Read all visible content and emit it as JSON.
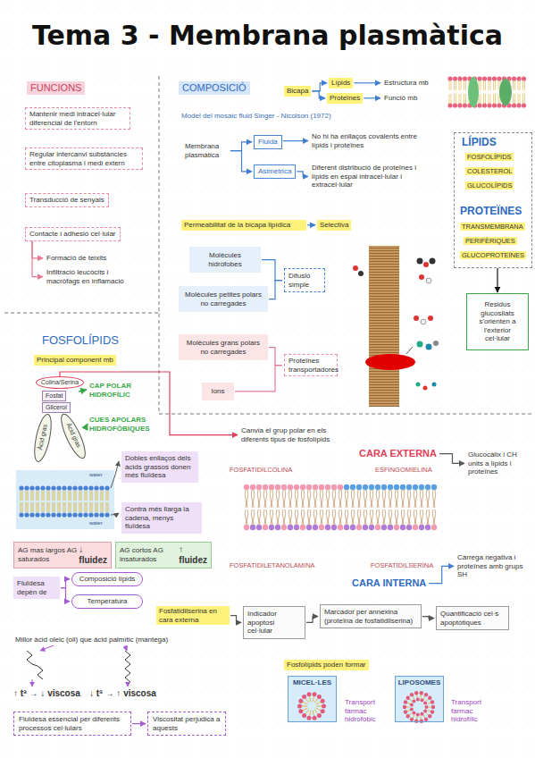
{
  "diagram": {
    "title": "Tema 3 - Membrana plasmàtica",
    "nodes": [
      {
        "text": [
          "FUNCIONS"
        ]
      },
      {
        "text": [
          "Mantenir medi intracel·lular diferencial de l'entorn"
        ]
      },
      {
        "text": [
          "Regular intercanvi substàncies entre citoplasma i medi extern"
        ]
      },
      {
        "text": [
          "Transducció de senyals"
        ]
      },
      {
        "text": [
          "Contacte i adhesió cel·lular"
        ]
      },
      {
        "text": [
          "Formació de teixits"
        ]
      },
      {
        "text": [
          "Infiltració leucòcits i macròfags en inflamació"
        ]
      },
      {
        "text": [
          "COMPOSICIÓ"
        ]
      },
      {
        "text": [
          "Bicapa"
        ]
      },
      {
        "text": [
          "Lípids"
        ]
      },
      {
        "text": [
          "Proteïnes"
        ]
      },
      {
        "text": [
          "Estructura mb"
        ]
      },
      {
        "text": [
          "Funció mb"
        ]
      },
      {
        "text": [
          "Membrana plasmàtica"
        ]
      },
      {
        "text": [
          "Fluida"
        ]
      },
      {
        "text": [
          "Asimètrica"
        ]
      },
      {
        "text": [
          "No hi ha enllaços covalents entre lípids i proteïnes"
        ]
      },
      {
        "text": [
          "Diferent distribució de proteïnes i lípids en espai intracel·lular i extracel·lular"
        ]
      },
      {
        "text": [
          "LÍPIDS",
          "PROTEÏNES"
        ]
      },
      {
        "text": [
          "FOSFOLÍPIDS"
        ],
        "in": 18
      },
      {
        "text": [
          "COLESTEROL"
        ],
        "in": 18
      },
      {
        "text": [
          "GLUCOLÍPIDS"
        ],
        "in": 18
      },
      {
        "text": [
          "TRANSMEMBRANA"
        ],
        "in": 18
      },
      {
        "text": [
          "PERIFÈRIQUES"
        ],
        "in": 18
      },
      {
        "text": [
          "GLUCOPROTEÏNES"
        ],
        "in": 18
      },
      {
        "text": [
          "Residus glucosilats s'orienten a l'exterior cel·lular"
        ]
      },
      {
        "text": [
          "Permeabilitat de la bicapa lipídica"
        ]
      },
      {
        "text": [
          "Selectiva"
        ]
      },
      {
        "text": [
          "Molècules hidròfobes"
        ]
      },
      {
        "text": [
          "Molècules petites polars no carregades"
        ]
      },
      {
        "text": [
          "Difusió simple"
        ]
      },
      {
        "text": [
          "Molècules grans polars no carregades"
        ]
      },
      {
        "text": [
          "Ions"
        ]
      },
      {
        "text": [
          "Proteïnes transportadores"
        ]
      },
      {
        "text": [
          "FOSFOLÍPIDS"
        ]
      },
      {
        "text": [
          "Principal component mb"
        ]
      },
      {
        "text": [
          "Colina/Serina"
        ]
      },
      {
        "text": [
          "Fosfat"
        ]
      },
      {
        "text": [
          "Glicerol"
        ]
      },
      {
        "text": [
          "Canvia el grup polar en els diferents tipus de fosfolípids"
        ]
      },
      {
        "text": [
          "Dobles enllaços dels àcids grassos donen més fluïdesa"
        ]
      },
      {
        "text": [
          "Contra més llarga la cadena, menys fluïdesa"
        ]
      },
      {
        "text": [
          "AG mas largos AG saturados",
          "↓ fluidez"
        ]
      },
      {
        "text": [
          "AG cortos AG insaturados",
          "↑ fluidez"
        ]
      },
      {
        "text": [
          "Fluïdesa depèn de"
        ]
      },
      {
        "text": [
          "Composició lípids"
        ]
      },
      {
        "text": [
          "Temperatura"
        ]
      },
      {
        "text": [
          "Fluïdesa essencial per diferents processos cel·lulars"
        ]
      },
      {
        "text": [
          "Viscositat perjudica a aquests"
        ]
      },
      {
        "text": [
          "CARA EXTERNA"
        ]
      },
      {
        "text": [
          "Glucocàlix i CH units a lípids i proteïnes"
        ]
      },
      {
        "text": [
          "CARA INTERNA"
        ]
      },
      {
        "text": [
          "Càrrega negativa i proteïnes amb grups SH"
        ]
      },
      {
        "text": [
          "Fosfatidilserina en cara externa"
        ]
      },
      {
        "text": [
          "Indicador apoptosi cel·lular"
        ]
      },
      {
        "text": [
          "Marcador per annexina (proteïna de fosfatidilserina)"
        ]
      },
      {
        "text": [
          "Quantificació cel·s apoptòtiques"
        ]
      },
      {
        "text": [
          "Fosfolípids poden formar"
        ]
      },
      {
        "text": [
          "MICEL·LES"
        ]
      },
      {
        "text": [
          "Transport fàrmac hidrofòbic"
        ]
      },
      {
        "text": [
          "LIPOSOMES"
        ]
      },
      {
        "text": [
          "Transport fàrmac hidrofílic"
        ]
      }
    ],
    "edges": [
      {
        "from": 4,
        "to": 5,
        "arrow": "to"
      },
      {
        "from": 4,
        "to": 6,
        "arrow": "to"
      },
      {
        "from": 8,
        "to": 9,
        "arrow": "to"
      },
      {
        "from": 8,
        "to": 10,
        "arrow": "to"
      },
      {
        "from": 9,
        "to": 11,
        "arrow": "to"
      },
      {
        "from": 10,
        "to": 12,
        "arrow": "to"
      },
      {
        "from": 13,
        "to": 14,
        "arrow": "to"
      },
      {
        "from": 13,
        "to": 15,
        "arrow": "to"
      },
      {
        "from": 14,
        "to": 16,
        "arrow": "to"
      },
      {
        "from": 15,
        "to": 17,
        "arrow": "to"
      },
      {
        "from": 18,
        "to": 25,
        "arrow": "to"
      },
      {
        "from": 26,
        "to": 27,
        "arrow": "to"
      },
      {
        "from": 28,
        "to": 30,
        "arrow": "none"
      },
      {
        "from": 29,
        "to": 30,
        "arrow": "none"
      },
      {
        "from": 31,
        "to": 33,
        "arrow": "none"
      },
      {
        "from": 32,
        "to": 33,
        "arrow": "none"
      },
      {
        "from": 36,
        "to": 39,
        "arrow": "to"
      },
      {
        "from": 44,
        "to": 45,
        "arrow": "to"
      },
      {
        "from": 44,
        "to": 46,
        "arrow": "to"
      },
      {
        "from": 47,
        "to": 48,
        "arrow": "to"
      },
      {
        "from": 49,
        "to": 50,
        "arrow": "to"
      },
      {
        "from": 51,
        "to": 52,
        "arrow": "to"
      },
      {
        "from": 53,
        "to": 54,
        "arrow": "to"
      },
      {
        "from": 54,
        "to": 55,
        "arrow": "to"
      },
      {
        "from": 55,
        "to": 56,
        "arrow": "to"
      }
    ],
    "labels": [
      "Model del mosaic fluid Singer - Nicolson (1972)",
      "CAP POLAR HIDROFÍLIC",
      "CUES APOLARS HIDROFÒBIQUES",
      "Àcid gras",
      "Àcid gras",
      "water",
      "water",
      "FOSFATIDILCOLINA",
      "ESFINGOMIELINA",
      "FOSFATIDILETANOLAMINA",
      "FOSFATIDILSERINA",
      "Millor àcid oleic (oli) que àcid palmític (mantega)",
      "↑ tª → ↓ viscosa",
      "↓ tª → ↑ viscosa"
    ]
  }
}
